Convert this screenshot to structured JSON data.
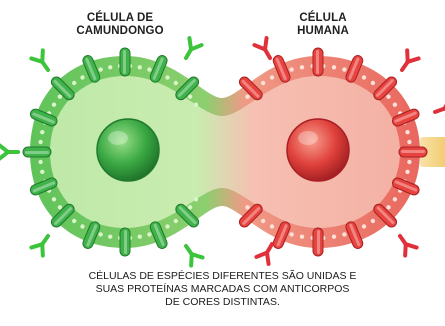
{
  "labels": {
    "mouse_cell": "CÉLULA DE\nCAMUNDONGO",
    "human_cell": "CÉLULA\nHUMANA"
  },
  "caption": [
    "CÉLULAS DE ESPÉCIES DIFERENTES SÃO UNIDAS E",
    "SUAS PROTEÍNAS MARCADAS COM ANTICORPOS",
    "DE CORES DISTINTAS."
  ],
  "colors": {
    "mouse": "#3fb24a",
    "mouse_dark": "#1f7a2e",
    "mouse_light": "#8fdc7a",
    "human": "#e8443f",
    "human_dark": "#a81f24",
    "human_light": "#f48a80",
    "antibody_green": "#3cc43c",
    "antibody_red": "#e0313a",
    "accent_bar": "#f2d27a"
  }
}
